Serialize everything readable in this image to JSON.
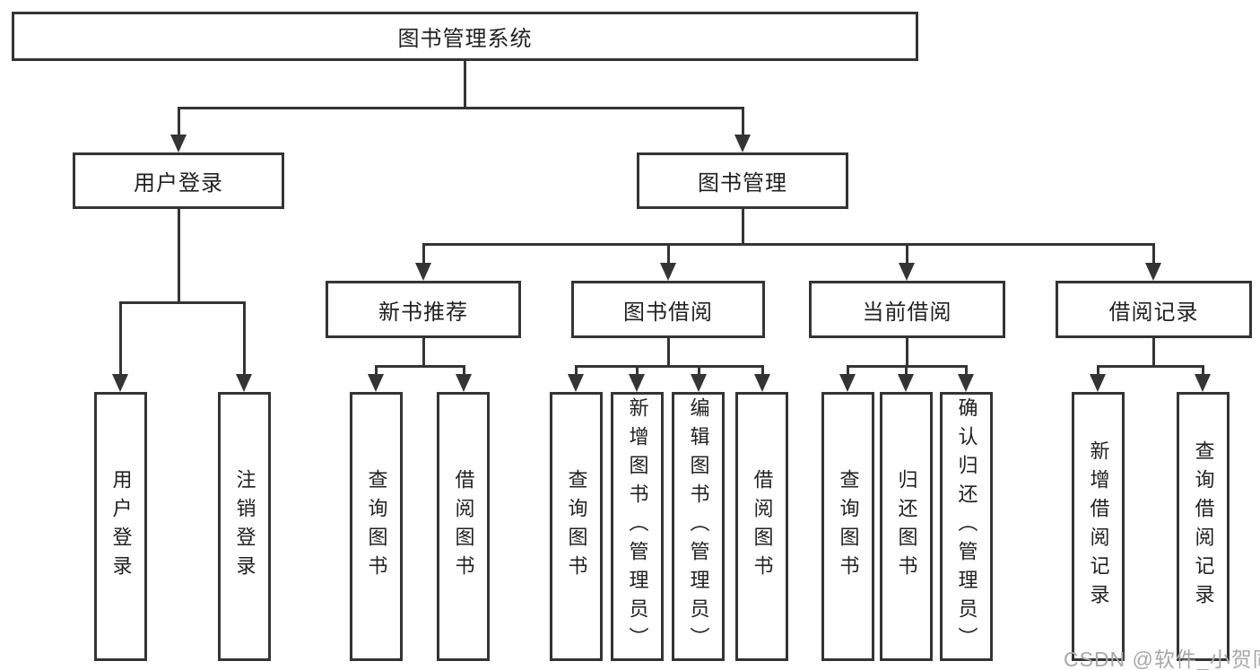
{
  "colors": {
    "line": "#343434",
    "text": "#212121",
    "box_background": "#ffffff",
    "page_background": "#ffffff",
    "watermark": "#a8a8a8"
  },
  "watermark": {
    "text": "CSDN @软件_小贺同学"
  },
  "diagram": {
    "root": {
      "label": "图书管理系统"
    },
    "level2": [
      {
        "label": "用户登录",
        "children": [
          {
            "label": "用户登录"
          },
          {
            "label": "注销登录"
          }
        ]
      },
      {
        "label": "图书管理",
        "sections": [
          {
            "label": "新书推荐",
            "children": [
              {
                "label": "查询图书"
              },
              {
                "label": "借阅图书"
              }
            ]
          },
          {
            "label": "图书借阅",
            "children": [
              {
                "label": "查询图书"
              },
              {
                "label": "新增图书（管理员）"
              },
              {
                "label": "编辑图书（管理员）"
              },
              {
                "label": "借阅图书"
              }
            ]
          },
          {
            "label": "当前借阅",
            "children": [
              {
                "label": "查询图书"
              },
              {
                "label": "归还图书"
              },
              {
                "label": "确认归还（管理员）"
              }
            ]
          },
          {
            "label": "借阅记录",
            "children": [
              {
                "label": "新增借阅记录"
              },
              {
                "label": "查询借阅记录"
              }
            ]
          }
        ]
      }
    ]
  }
}
